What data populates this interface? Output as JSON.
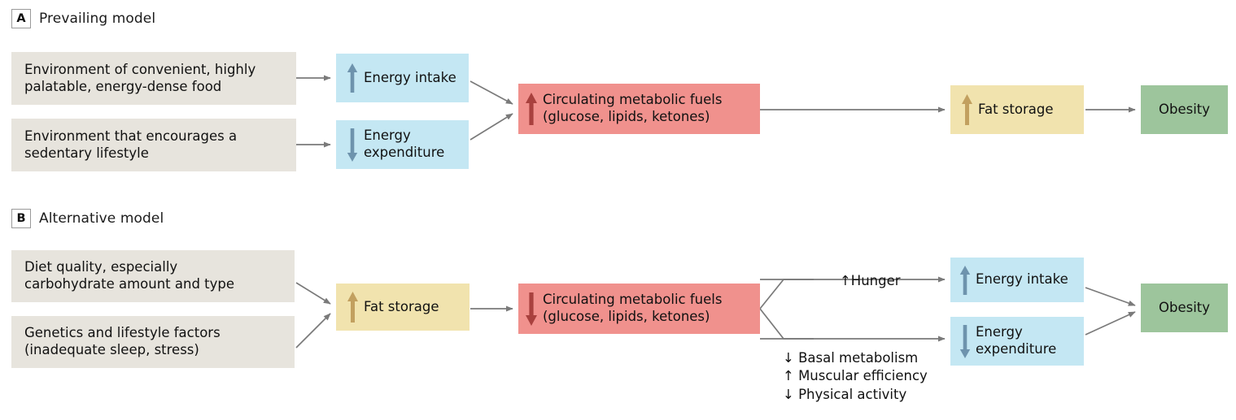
{
  "figure": {
    "panels": [
      {
        "letter": "A",
        "title": "Prevailing model",
        "nodes": {
          "env_food": "Environment of convenient, highly\npalatable, energy-dense food",
          "env_sedentary": "Environment that encourages a\nsedentary lifestyle",
          "energy_intake": "Energy intake",
          "energy_expenditure": "Energy\nexpenditure",
          "fuels": "Circulating metabolic fuels\n(glucose, lipids, ketones)",
          "fat_storage": "Fat storage",
          "obesity": "Obesity"
        },
        "arrow_directions": {
          "energy_intake": "up",
          "energy_expenditure": "down",
          "fuels": "up",
          "fat_storage": "up"
        }
      },
      {
        "letter": "B",
        "title": "Alternative model",
        "nodes": {
          "diet_quality": "Diet quality, especially\ncarbohydrate amount and type",
          "genetics": "Genetics and lifestyle factors\n(inadequate sleep, stress)",
          "fat_storage": "Fat storage",
          "fuels": "Circulating metabolic fuels\n(glucose, lipids, ketones)",
          "energy_intake": "Energy intake",
          "energy_expenditure": "Energy\nexpenditure",
          "obesity": "Obesity"
        },
        "arrow_directions": {
          "fat_storage": "up",
          "fuels": "down",
          "energy_intake": "up",
          "energy_expenditure": "down"
        },
        "edge_labels": {
          "hunger": "↑Hunger"
        },
        "annotations": [
          "↓ Basal metabolism",
          "↑ Muscular efficiency",
          "↓ Physical activity"
        ]
      }
    ],
    "colors": {
      "gray_box": "#e7e4dd",
      "blue_box": "#c4e7f3",
      "red_box": "#f0918d",
      "yellow_box": "#f1e3ae",
      "green_box": "#9dc59c",
      "blue_arrow": "#6e93ad",
      "red_arrow": "#a8413e",
      "yellow_arrow": "#c2a05f",
      "connector_line": "#7a7a7a",
      "text": "#141414"
    }
  }
}
